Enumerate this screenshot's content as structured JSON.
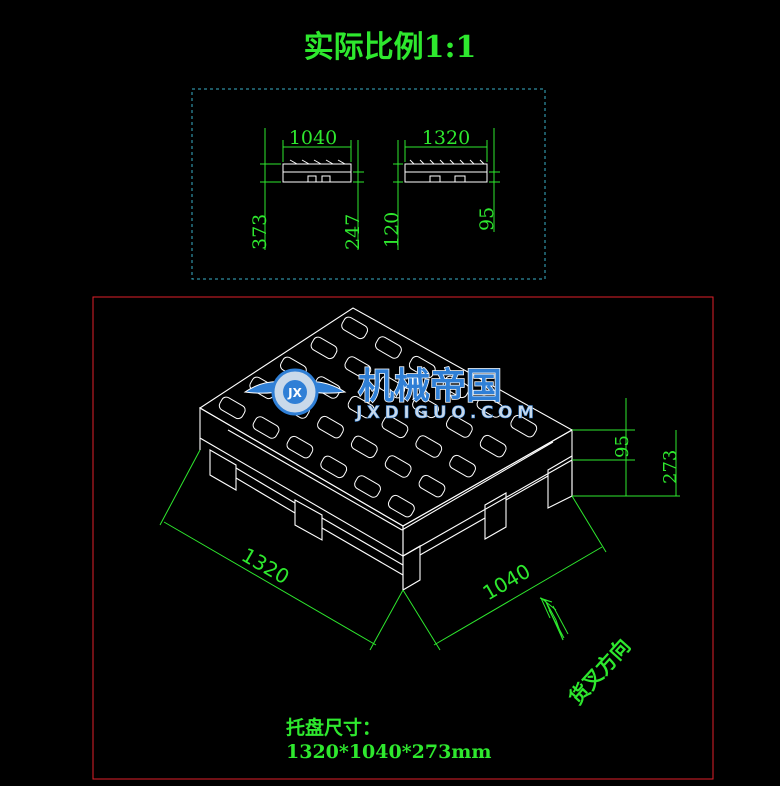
{
  "title": "实际比例1:1",
  "top_view": {
    "left": {
      "width_label": "1040",
      "height_a": "373",
      "height_b": "247"
    },
    "right": {
      "width_label": "1320",
      "height_a": "120",
      "height_b": "95"
    }
  },
  "iso_view": {
    "length_label": "1320",
    "width_label": "1040",
    "height_small": "95",
    "height_total": "273",
    "fork_direction": "货叉方向"
  },
  "pallet_info": {
    "label": "托盘尺寸：",
    "dimensions": "1320*1040*273mm"
  },
  "watermark": {
    "cn": "机械帝国",
    "en": "JXDIGUO.COM"
  },
  "colors": {
    "accent_green": "#2ee82e",
    "line_white": "#ffffff",
    "frame_red": "#e0202a",
    "frame_cyan": "#3ab0c8",
    "watermark_blue": "#2f7fd6"
  }
}
